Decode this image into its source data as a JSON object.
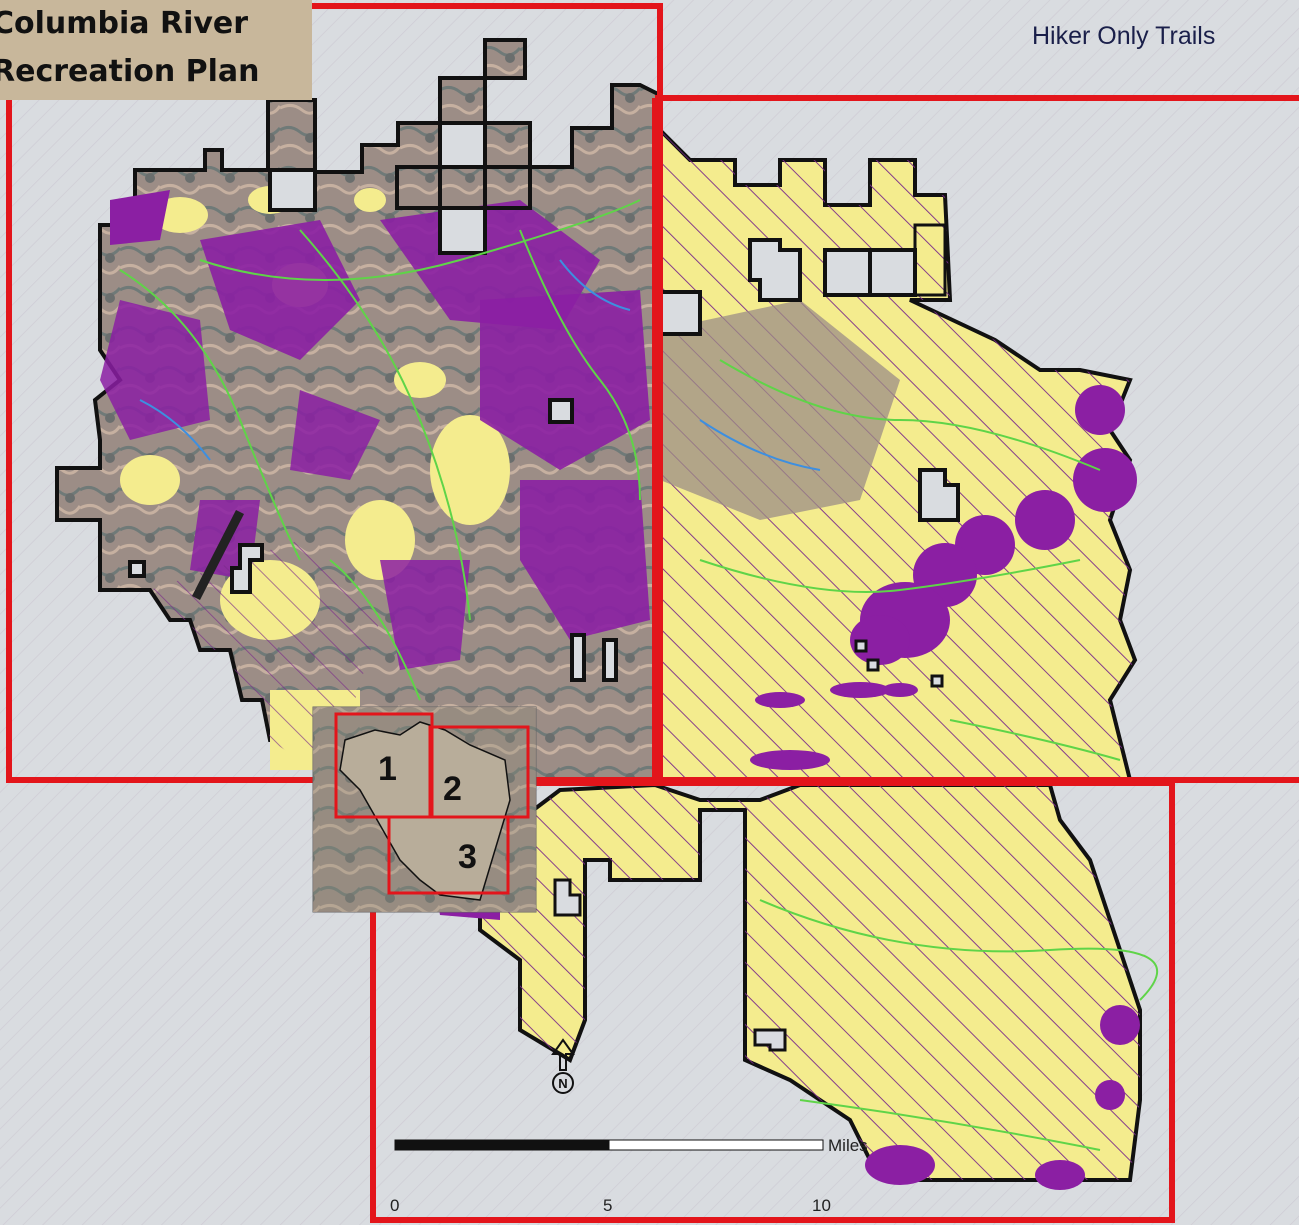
{
  "header": {
    "title_line1": "Columbia River",
    "title_line2": "Recreation Plan",
    "subtitle": "Hiker Only Trails"
  },
  "scale_bar": {
    "tick_labels": [
      "0",
      "5",
      "10"
    ],
    "unit": "Miles"
  },
  "inset_map": {
    "panel_numbers": [
      "1",
      "2",
      "3"
    ]
  },
  "north_arrow": {
    "label": "N"
  },
  "colors": {
    "frame_red": "#e3151b",
    "boundary": "#111111",
    "purple_area": "#8b1fa3",
    "yellow_area": "#f4ec8e",
    "hatch": "#7a2a8a",
    "trail_green": "#5fd448",
    "stream_blue": "#3d8fe0",
    "background": "#d9dce0"
  }
}
